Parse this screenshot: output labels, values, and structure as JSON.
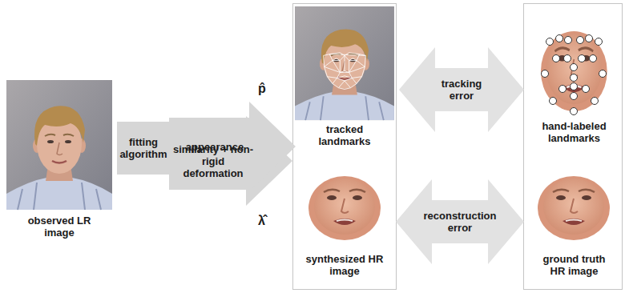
{
  "diagram": {
    "nodes": [
      {
        "text": [
          "observed LR image"
        ]
      },
      {
        "text": [
          "fitting algorithm"
        ]
      },
      {
        "text": [
          "tracked landmarks"
        ]
      },
      {
        "text": [
          "synthesized HR image"
        ]
      },
      {
        "text": [
          "hand-labeled landmarks"
        ]
      },
      {
        "text": [
          "ground truth HR image"
        ]
      }
    ],
    "edges": [
      {
        "from": 1,
        "to": 2,
        "arrow": "to",
        "label": "similarity + non-rigid deformation"
      },
      {
        "from": 1,
        "to": 3,
        "arrow": "to",
        "label": "appearance"
      },
      {
        "from": 2,
        "to": 4,
        "arrow": "both",
        "label": "tracking error"
      },
      {
        "from": 3,
        "to": 5,
        "arrow": "both",
        "label": "reconstruction error"
      }
    ],
    "labels": [
      "p̂",
      "λ̂"
    ]
  }
}
